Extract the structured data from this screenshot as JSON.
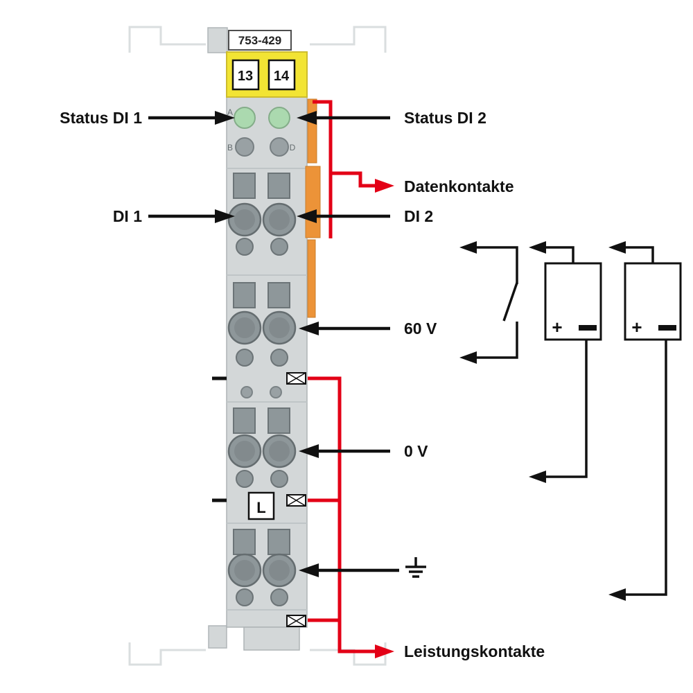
{
  "part_label": "753-429",
  "terminal_numbers": {
    "t13": "13",
    "t14": "14"
  },
  "led_letters": {
    "a": "A",
    "b": "B",
    "d": "D"
  },
  "l_marker": "L",
  "labels": {
    "status_di1": "Status DI 1",
    "status_di2": "Status DI 2",
    "datenkontakte": "Datenkontakte",
    "di1": "DI 1",
    "di2": "DI 2",
    "v60": "60 V",
    "v0": "0 V",
    "leistungskontakte": "Leistungskontakte"
  },
  "battery": {
    "plus1": "+",
    "plus2": "+"
  },
  "colors": {
    "red": "#e30016",
    "orange": "#ec9338",
    "yellow": "#f2e434",
    "led_green": "#abd9af",
    "body": "#d3d7d8",
    "dark_gray": "#8e979a"
  }
}
